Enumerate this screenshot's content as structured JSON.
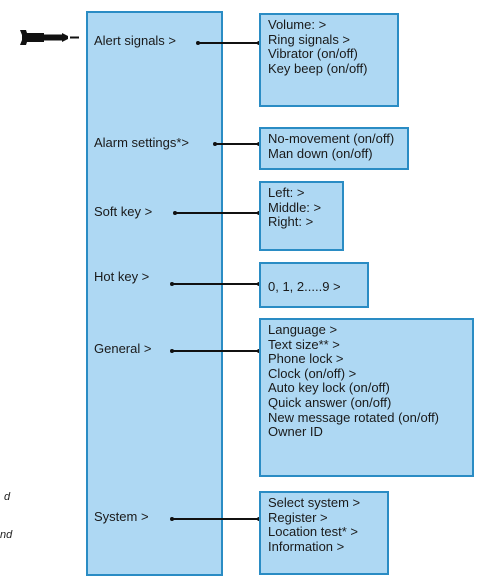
{
  "menu": [
    {
      "label": "Alert signals >",
      "options": [
        "Volume: >",
        "Ring signals >",
        "Vibrator (on/off)",
        "Key beep (on/off)"
      ]
    },
    {
      "label": "Alarm settings*>",
      "options": [
        "No-movement (on/off)",
        "Man down (on/off)"
      ]
    },
    {
      "label": "Soft key >",
      "options": [
        "Left: >",
        "Middle: >",
        "Right: >"
      ]
    },
    {
      "label": "Hot key >",
      "options": [
        "0, 1, 2.....9 >"
      ]
    },
    {
      "label": "General >",
      "options": [
        "Language >",
        "Text size** >",
        "Phone lock >",
        "Clock (on/off) >",
        "Auto key lock (on/off)",
        "Quick answer (on/off)",
        "New message rotated (on/off)",
        "Owner ID"
      ]
    },
    {
      "label": "System >",
      "options": [
        "Select system >",
        "Register >",
        "Location test* >",
        "Information >"
      ]
    }
  ],
  "cut_text": [
    "d",
    "nd"
  ],
  "icon": "wrench-icon",
  "colors": {
    "fill": "#aed8f3",
    "border": "#2a8cc4",
    "line": "#111111"
  }
}
